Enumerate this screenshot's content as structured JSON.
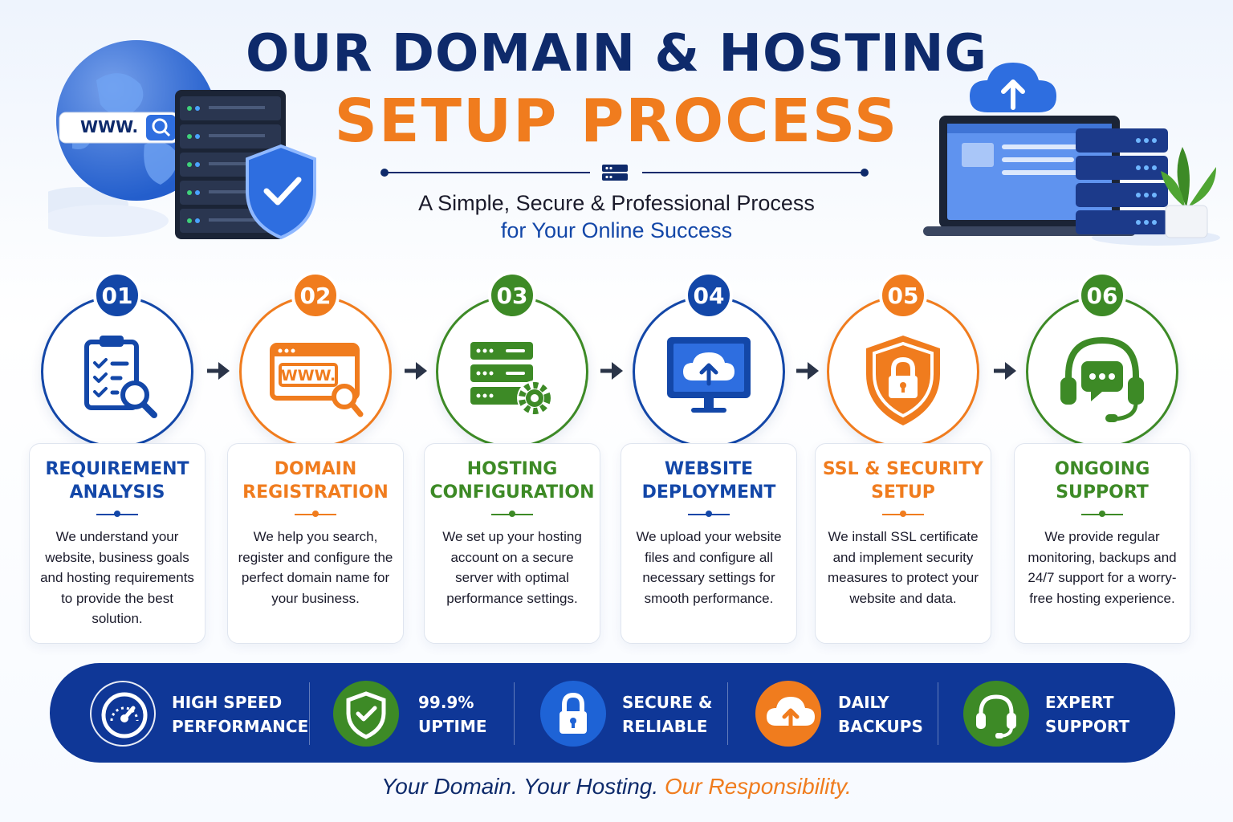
{
  "header": {
    "title_line1": "OUR DOMAIN & HOSTING",
    "title_line2": "SETUP PROCESS",
    "subtitle_line1": "A Simple, Secure & Professional Process",
    "subtitle_line2": "for Your Online Success",
    "www_label": "WWW."
  },
  "colors": {
    "navy": "#0e2a6b",
    "blue": "#1347a8",
    "orange": "#f07c1e",
    "green": "#3d8a26",
    "bar": "#0f3797"
  },
  "steps": [
    {
      "number": "01",
      "title_1": "REQUIREMENT",
      "title_2": "ANALYSIS",
      "description": "We understand your website, business goals and hosting requirements to provide the best solution.",
      "icon": "clipboard-search-icon",
      "color": "#1347a8"
    },
    {
      "number": "02",
      "title_1": "DOMAIN",
      "title_2": "REGISTRATION",
      "description": "We help you search, register and configure the perfect domain name for your business.",
      "icon": "browser-www-icon",
      "color": "#f07c1e",
      "icon_text": "WWW."
    },
    {
      "number": "03",
      "title_1": "HOSTING",
      "title_2": "CONFIGURATION",
      "description": "We set up your hosting account on a secure server with optimal performance settings.",
      "icon": "server-gear-icon",
      "color": "#3d8a26"
    },
    {
      "number": "04",
      "title_1": "WEBSITE",
      "title_2": "DEPLOYMENT",
      "description": "We upload your website files and configure all necessary settings for smooth performance.",
      "icon": "monitor-cloud-upload-icon",
      "color": "#1347a8"
    },
    {
      "number": "05",
      "title_1": "SSL & SECURITY",
      "title_2": "SETUP",
      "description": "We install SSL certificate and implement security measures to protect your website and data.",
      "icon": "shield-lock-icon",
      "color": "#f07c1e"
    },
    {
      "number": "06",
      "title_1": "ONGOING",
      "title_2": "SUPPORT",
      "description": "We provide regular monitoring, backups and 24/7 support for a worry-free hosting experience.",
      "icon": "headset-chat-icon",
      "color": "#3d8a26"
    }
  ],
  "features": [
    {
      "label_1": "HIGH SPEED",
      "label_2": "PERFORMANCE",
      "icon": "speedometer-icon",
      "color": "#0f3797"
    },
    {
      "label_1": "99.9%",
      "label_2": "UPTIME",
      "icon": "shield-check-icon",
      "color": "#3d8a26"
    },
    {
      "label_1": "SECURE &",
      "label_2": "RELIABLE",
      "icon": "padlock-icon",
      "color": "#1e63d6"
    },
    {
      "label_1": "DAILY",
      "label_2": "BACKUPS",
      "icon": "cloud-upload-icon",
      "color": "#f07c1e"
    },
    {
      "label_1": "EXPERT",
      "label_2": "SUPPORT",
      "icon": "headset-icon",
      "color": "#3d8a26"
    }
  ],
  "tagline": {
    "part1": "Your Domain. Your Hosting.",
    "part2": "Our Responsibility."
  }
}
